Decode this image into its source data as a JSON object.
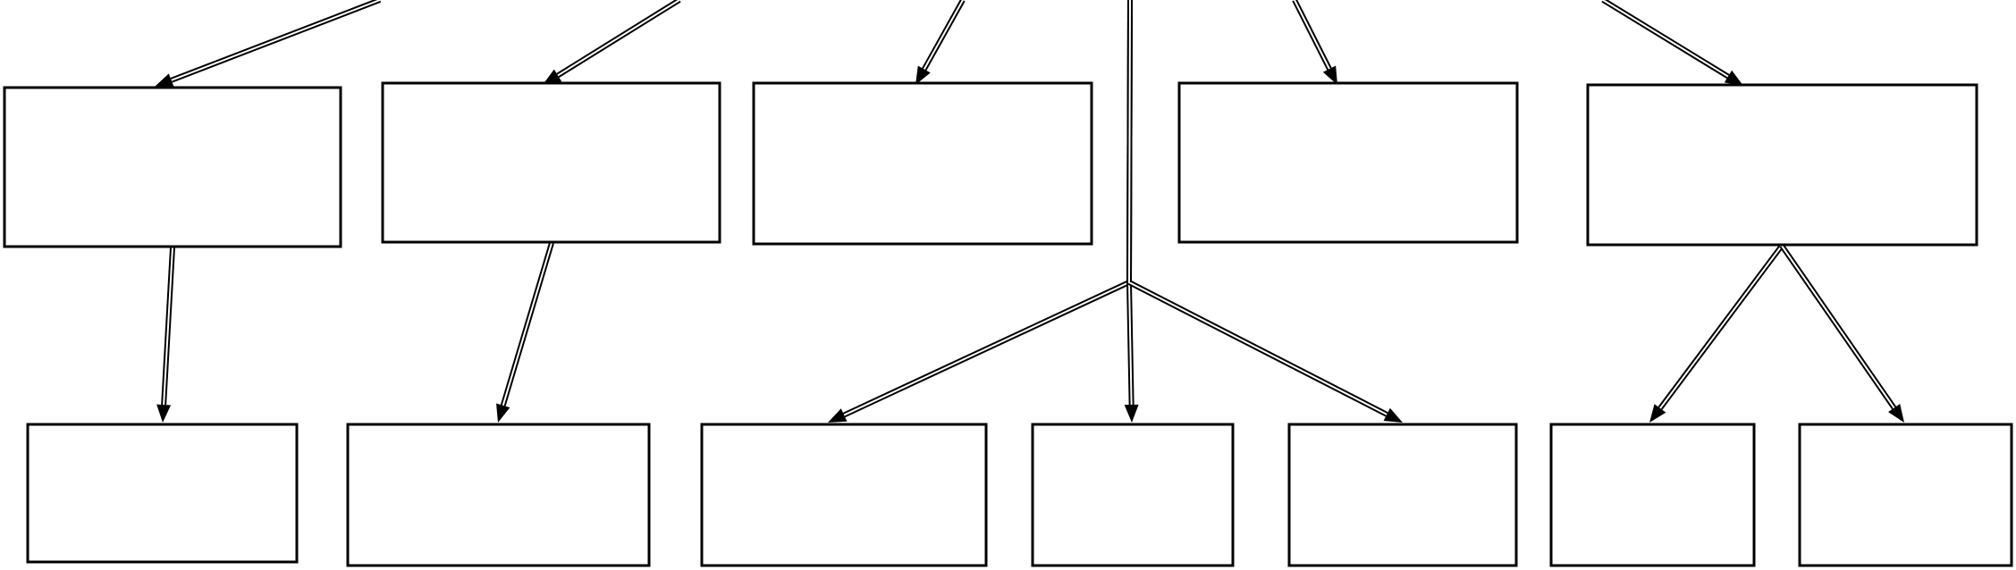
{
  "diagram": {
    "type": "tree-diagram",
    "description_visible_text": "",
    "colors": {
      "background": "#ffffff",
      "box_stroke": "#000000",
      "box_fill": "#ffffff",
      "edge_stroke": "#000000",
      "edge_gap": "#ffffff"
    },
    "nodes": [
      {
        "id": "top-1",
        "label": ""
      },
      {
        "id": "top-2",
        "label": ""
      },
      {
        "id": "top-3",
        "label": ""
      },
      {
        "id": "top-4",
        "label": ""
      },
      {
        "id": "top-5",
        "label": ""
      },
      {
        "id": "bottom-1",
        "label": ""
      },
      {
        "id": "bottom-2",
        "label": ""
      },
      {
        "id": "bottom-3",
        "label": ""
      },
      {
        "id": "bottom-4",
        "label": ""
      },
      {
        "id": "bottom-5",
        "label": ""
      },
      {
        "id": "bottom-6",
        "label": ""
      },
      {
        "id": "bottom-7",
        "label": ""
      }
    ],
    "edges": [
      {
        "from": "root",
        "to": "top-1"
      },
      {
        "from": "root",
        "to": "top-2"
      },
      {
        "from": "root",
        "to": "top-3"
      },
      {
        "from": "root",
        "to": "top-4"
      },
      {
        "from": "root",
        "to": "top-5"
      },
      {
        "from": "root",
        "to": "junction"
      },
      {
        "from": "top-1",
        "to": "bottom-1"
      },
      {
        "from": "top-2",
        "to": "bottom-2"
      },
      {
        "from": "junction",
        "to": "bottom-3"
      },
      {
        "from": "junction",
        "to": "bottom-4"
      },
      {
        "from": "junction",
        "to": "bottom-5"
      },
      {
        "from": "top-5",
        "to": "bottom-6"
      },
      {
        "from": "top-5",
        "to": "bottom-7"
      }
    ]
  }
}
